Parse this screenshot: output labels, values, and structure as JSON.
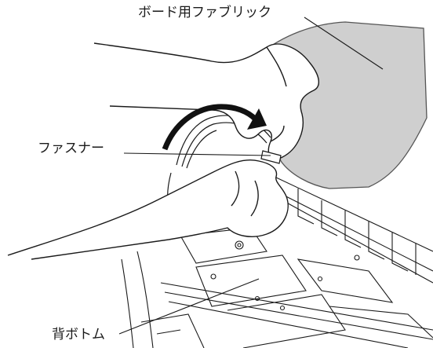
{
  "callouts": {
    "board_fabric": "ボード用ファブリック",
    "fastener": "ファスナー",
    "back_bottom": "背ボトム"
  },
  "colors": {
    "line": "#1a1a1a",
    "fabric_fill": "#cfcfcf",
    "fabric_stroke": "#555555",
    "arrow": "#111111",
    "background": "#ffffff"
  }
}
